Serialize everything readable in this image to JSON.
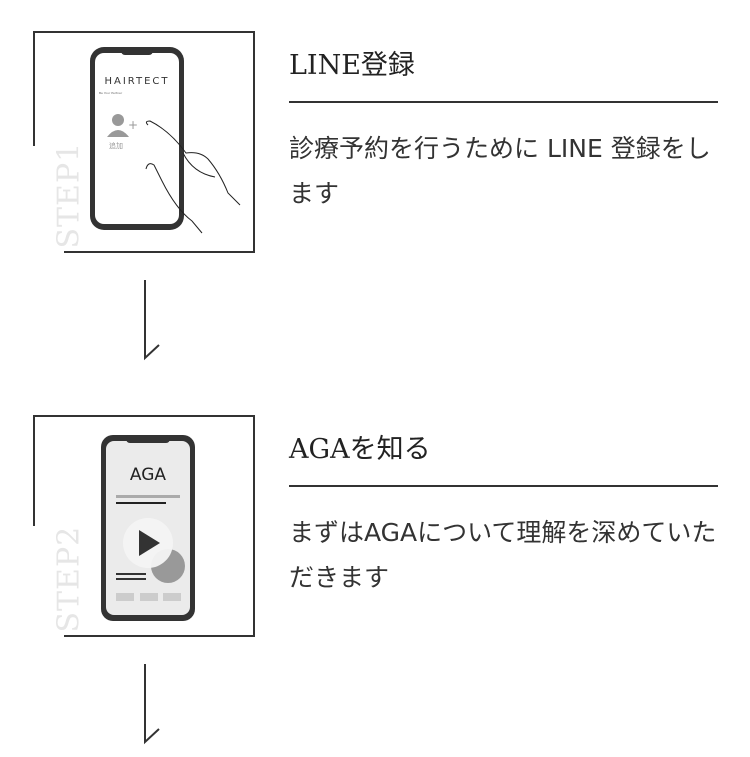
{
  "steps": [
    {
      "label": "STEP1",
      "title": "LINE登録",
      "description": "診療予約を行うために LINE 登録をします",
      "screen": {
        "brand": "HAIRTECT",
        "tagline": "Be Your Partner",
        "add_label": "追加"
      }
    },
    {
      "label": "STEP2",
      "title": "AGAを知る",
      "description": "まずはAGAについて理解を深めていただきます",
      "screen": {
        "heading": "AGA"
      }
    }
  ]
}
